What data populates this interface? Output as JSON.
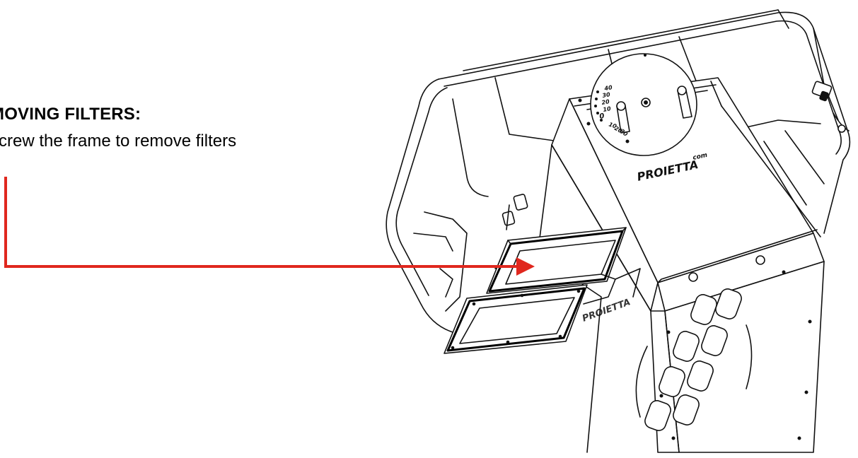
{
  "callout": {
    "title": "MOVING FILTERS:",
    "body": "screw the frame to remove filters"
  },
  "device": {
    "brand_main": "PROIETTA",
    "brand_small": "com",
    "brand_side": "PROIETTA",
    "dial_scale": [
      "40",
      "30",
      "20",
      "10",
      "0",
      "10",
      "20",
      "30"
    ]
  },
  "colors": {
    "pointer": "#e0271e",
    "line_art": "#111111"
  }
}
